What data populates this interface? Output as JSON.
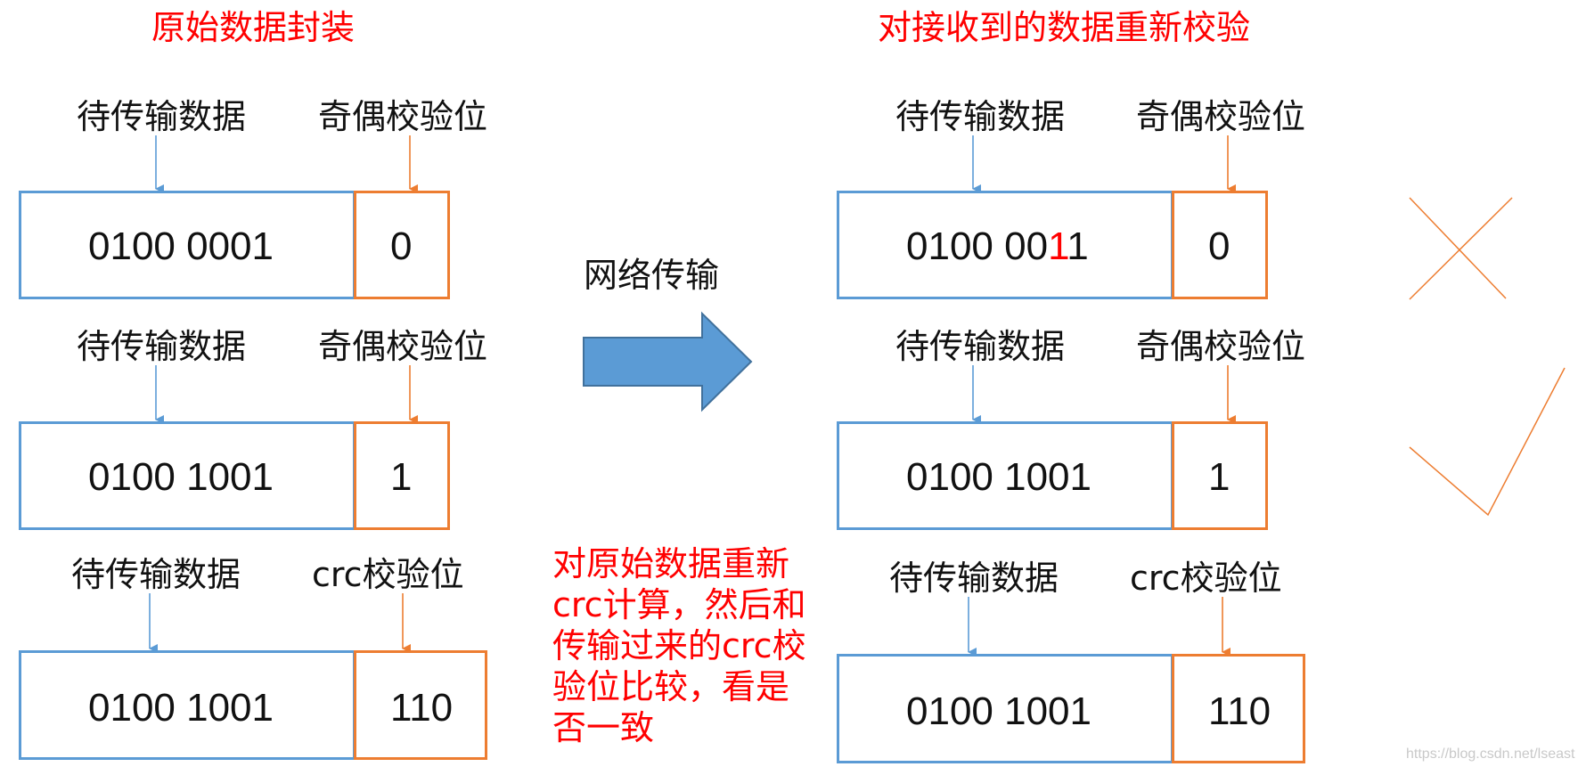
{
  "left": {
    "title": "原始数据封装",
    "rows": [
      {
        "data_label": "待传输数据",
        "check_label": "奇偶校验位",
        "data_value": "0100 0001",
        "check_value": "0"
      },
      {
        "data_label": "待传输数据",
        "check_label": "奇偶校验位",
        "data_value": "0100 1001",
        "check_value": "1"
      },
      {
        "data_label": "待传输数据",
        "check_label": "crc校验位",
        "data_value": "0100 1001",
        "check_value": "110"
      }
    ]
  },
  "middle": {
    "transfer_label": "网络传输",
    "note": "对原始数据重新crc计算，然后和传输过来的crc校验位比较，看是否一致"
  },
  "right": {
    "title": "对接收到的数据重新校验",
    "rows": [
      {
        "data_label": "待传输数据",
        "check_label": "奇偶校验位",
        "data_prefix": "0100 00",
        "data_error": "1",
        "data_suffix": "1",
        "check_value": "0",
        "result": "cross"
      },
      {
        "data_label": "待传输数据",
        "check_label": "奇偶校验位",
        "data_value": "0100 1001",
        "check_value": "1",
        "result": "check"
      },
      {
        "data_label": "待传输数据",
        "check_label": "crc校验位",
        "data_value": "0100 1001",
        "check_value": "110"
      }
    ]
  },
  "watermark": "https://blog.csdn.net/lseast",
  "colors": {
    "blue": "#5b9bd5",
    "orange": "#ed7d31",
    "red": "#ff0000",
    "arrow_fill": "#5b9bd5",
    "arrow_stroke": "#41719c"
  }
}
